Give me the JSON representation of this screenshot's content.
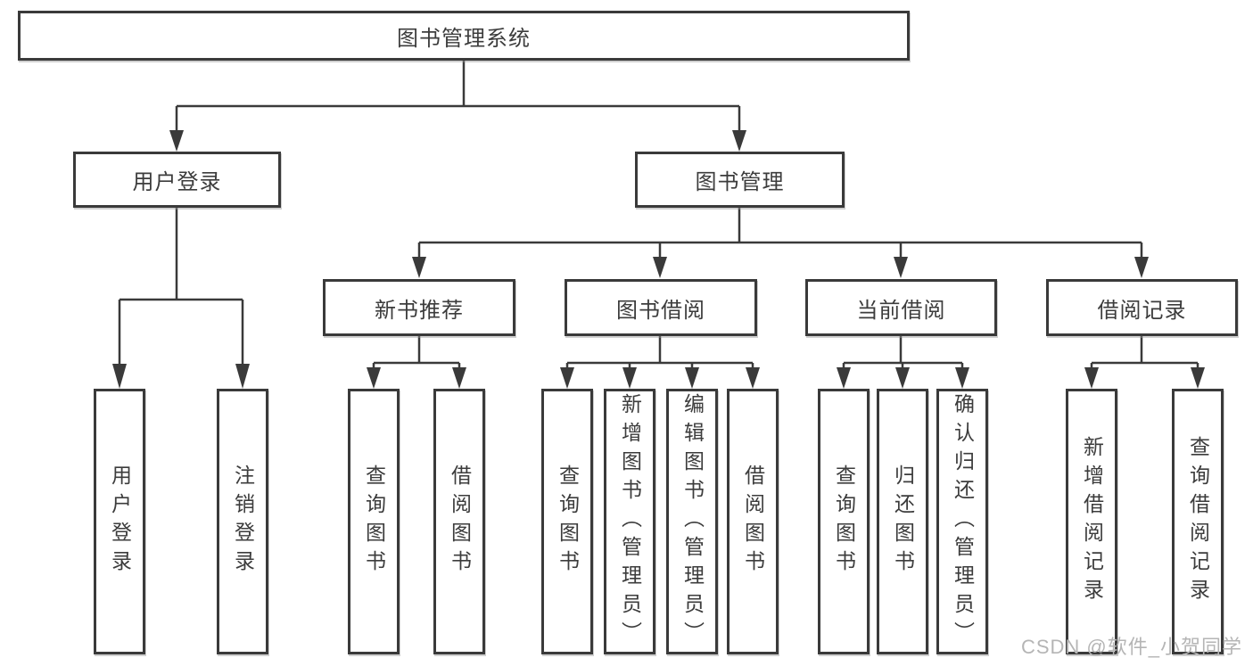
{
  "diagram": {
    "root": {
      "label": "图书管理系统"
    },
    "branches": [
      {
        "label": "用户登录",
        "children": [
          {
            "label": "用户登录"
          },
          {
            "label": "注销登录"
          }
        ]
      },
      {
        "label": "图书管理",
        "children": [
          {
            "label": "新书推荐",
            "children": [
              {
                "label": "查询图书"
              },
              {
                "label": "借阅图书"
              }
            ]
          },
          {
            "label": "图书借阅",
            "children": [
              {
                "label": "查询图书"
              },
              {
                "label": "新增图书（管理员）"
              },
              {
                "label": "编辑图书（管理员）"
              },
              {
                "label": "借阅图书"
              }
            ]
          },
          {
            "label": "当前借阅",
            "children": [
              {
                "label": "查询图书"
              },
              {
                "label": "归还图书"
              },
              {
                "label": "确认归还（管理员）"
              }
            ]
          },
          {
            "label": "借阅记录",
            "children": [
              {
                "label": "新增借阅记录"
              },
              {
                "label": "查询借阅记录"
              }
            ]
          }
        ]
      }
    ]
  },
  "watermark": {
    "text": "CSDN @软件_小贺同学",
    "color": "#b5b5b5"
  },
  "colors": {
    "line": "#3a3a3a",
    "box_border": "#3a3a3a",
    "text": "#3c3c3c",
    "background": "#ffffff"
  }
}
